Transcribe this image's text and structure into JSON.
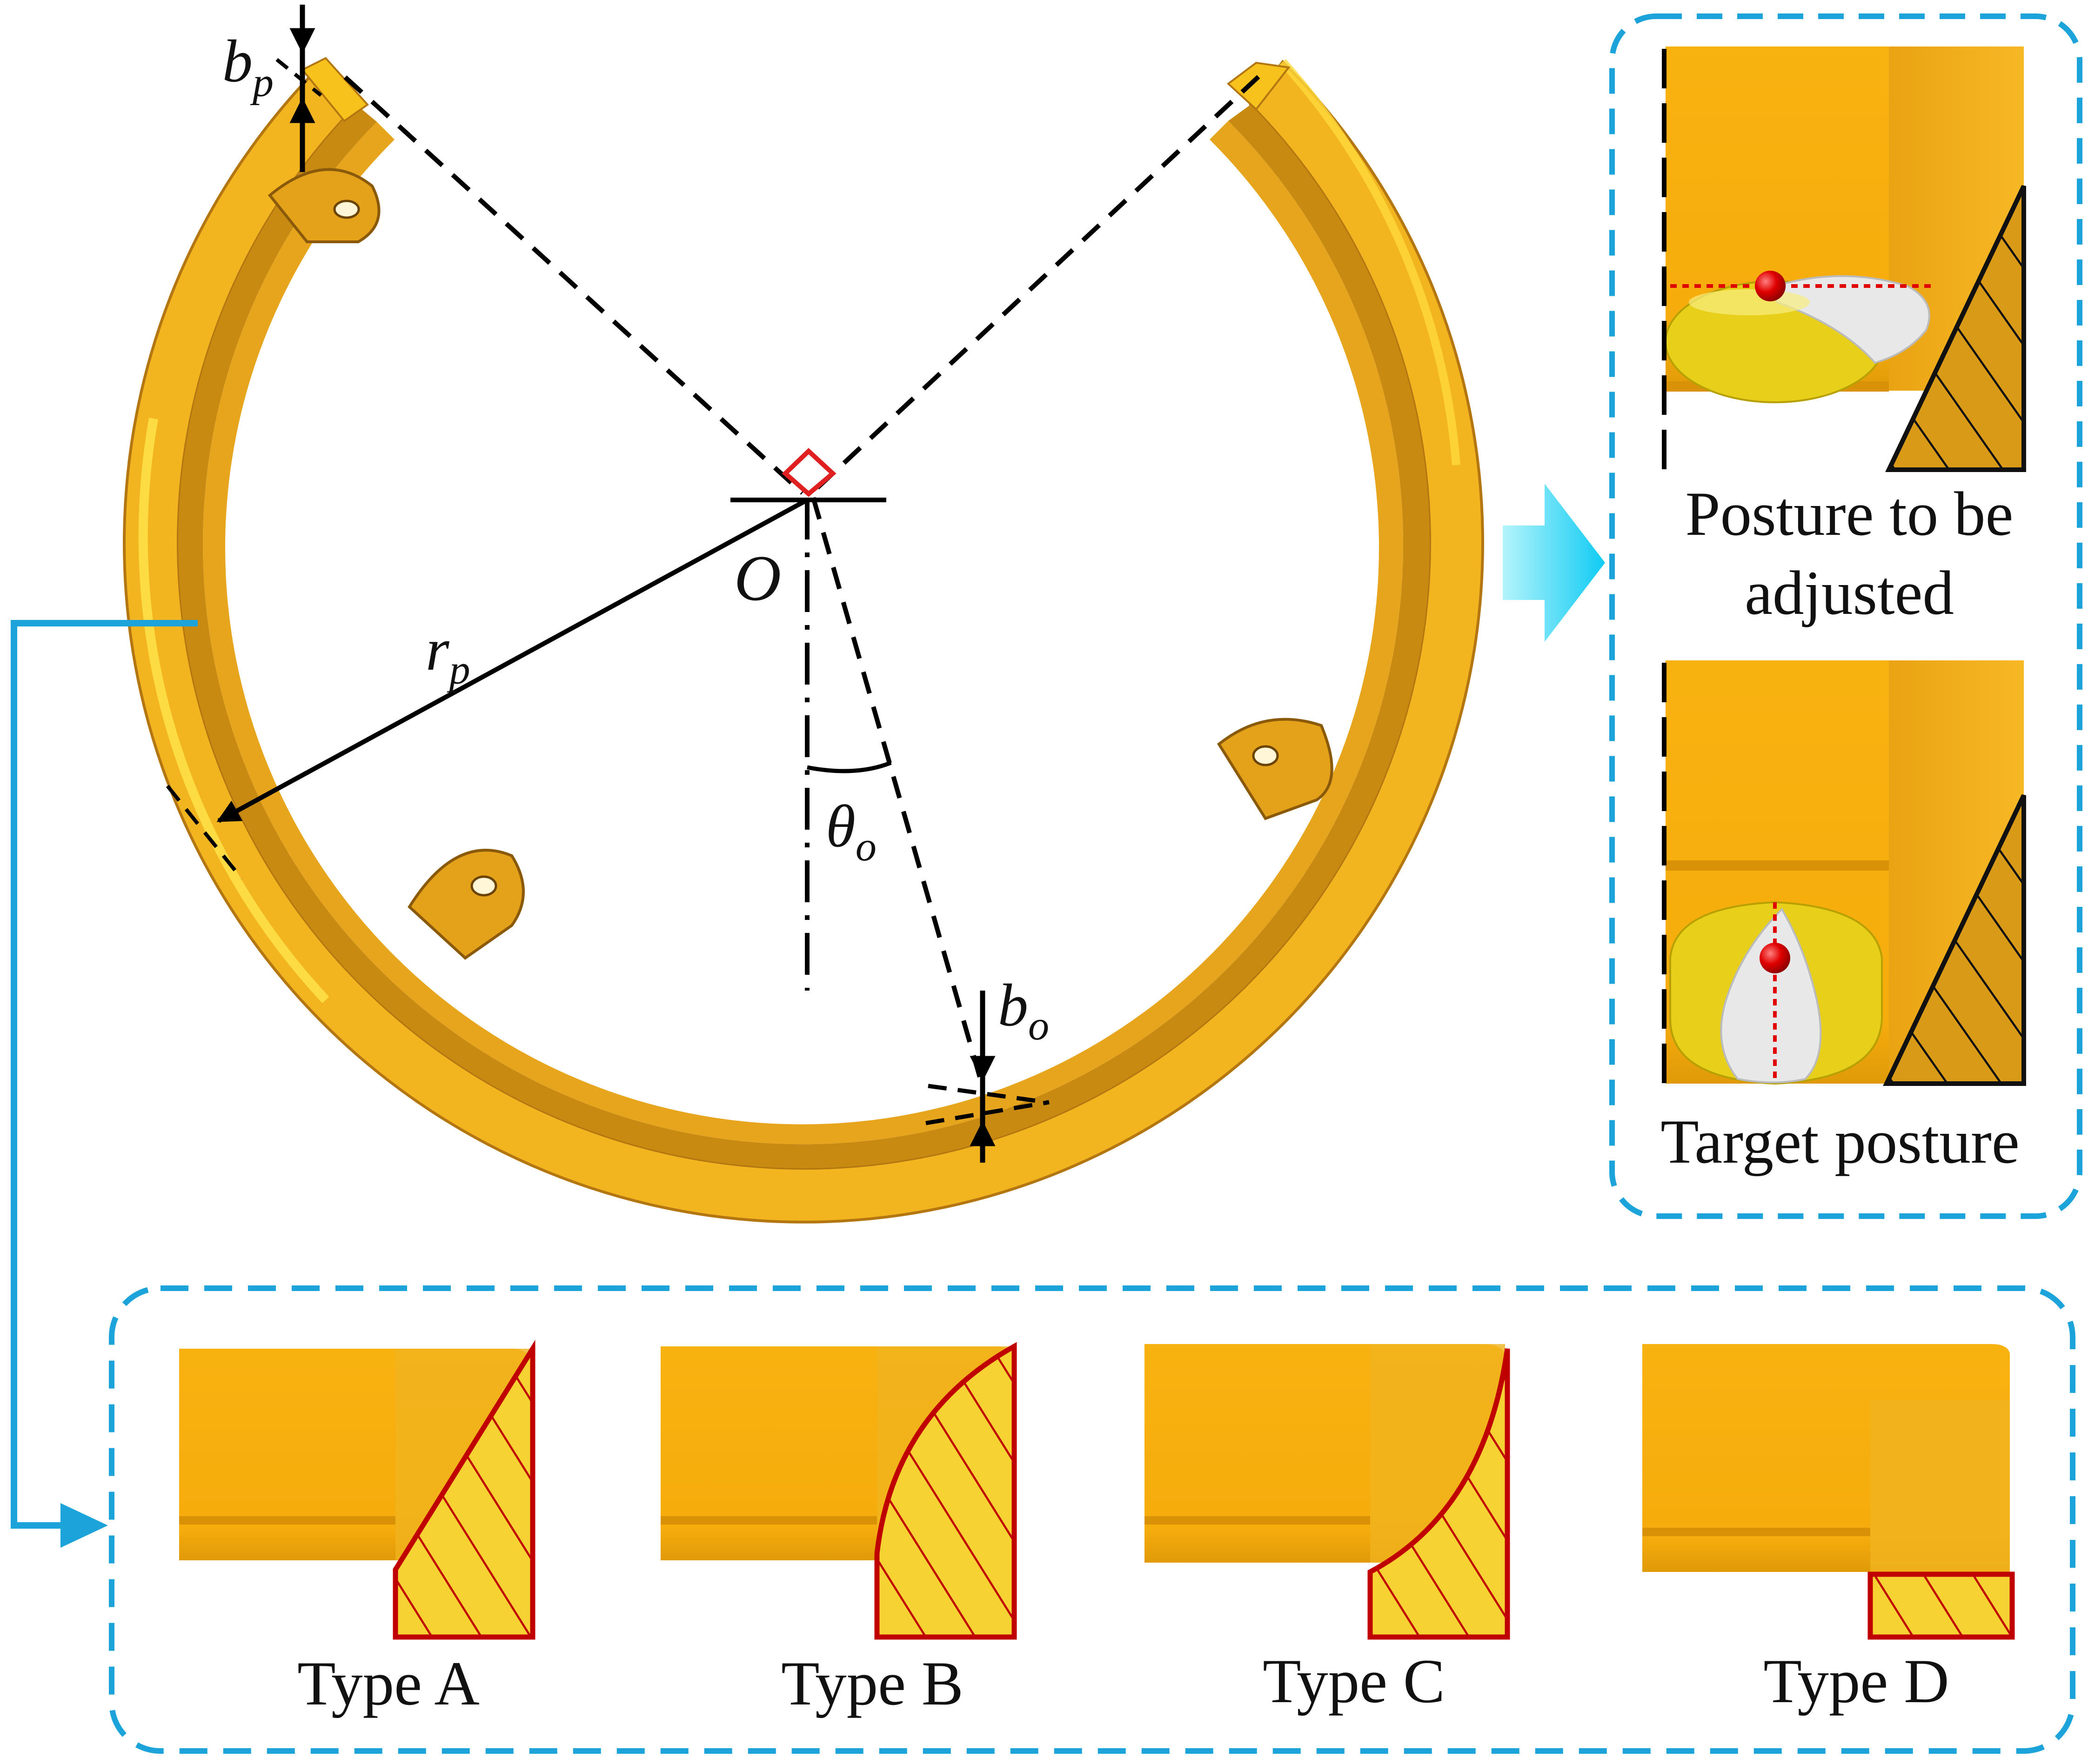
{
  "colors": {
    "ring_body": "#E3A21A",
    "ring_dark": "#A56A0C",
    "ring_light": "#F5C02A",
    "ring_highlight": "#FFE23A",
    "panel_border": "#1BA3DA",
    "connector": "#1BA3DA",
    "arrow_gradient_start": "#A6F1FA",
    "arrow_gradient_end": "#12CFF5",
    "hatch_fill": "#F6D233",
    "hatch_outline": "#C00000",
    "right_angle_marker": "#E02020",
    "center_dot": "#E00000",
    "object_yellow": "#E7CF1A",
    "object_white": "#E6E6E6"
  },
  "labels": {
    "b_p": "b",
    "b_p_sub": "p",
    "r_p": "r",
    "r_p_sub": "p",
    "center": "O",
    "theta_o": "θ",
    "theta_o_sub": "o",
    "b_o": "b",
    "b_o_sub": "o"
  },
  "posture_panel": {
    "top_caption_line1": "Posture to be",
    "top_caption_line2": "adjusted",
    "bottom_caption": "Target posture"
  },
  "types_panel": {
    "types": [
      {
        "label": "Type A",
        "profile": "straight-slope"
      },
      {
        "label": "Type B",
        "profile": "convex-arc"
      },
      {
        "label": "Type C",
        "profile": "concave-arc"
      },
      {
        "label": "Type D",
        "profile": "flat-step"
      }
    ]
  }
}
